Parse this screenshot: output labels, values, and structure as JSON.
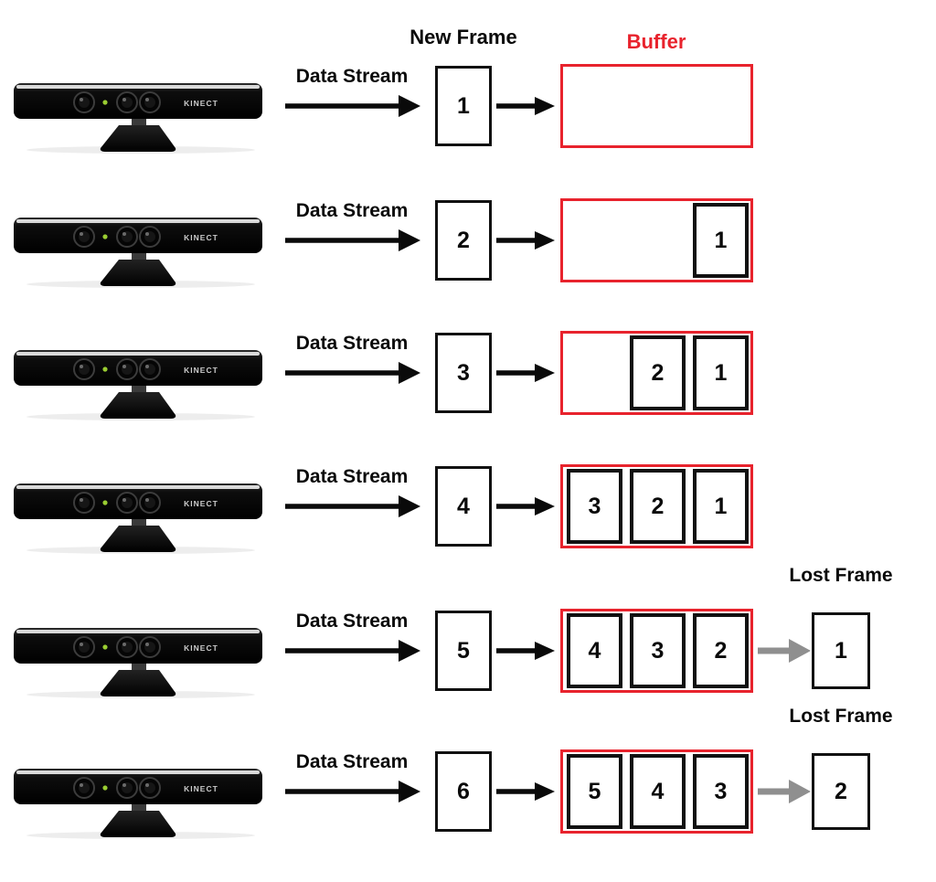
{
  "headers": {
    "new_frame": "New Frame",
    "buffer": "Buffer",
    "lost_frame": "Lost Frame"
  },
  "labels": {
    "data_stream": "Data Stream",
    "kinect_brand": "KINECT"
  },
  "colors": {
    "buffer_red": "#e8232d",
    "frame_border_black": "#111111",
    "lost_arrow_gray": "#8f8f8f",
    "kinect_led_green": "#9acd32"
  },
  "rows": [
    {
      "new_frame": "1",
      "buffer": []
    },
    {
      "new_frame": "2",
      "buffer": [
        "1"
      ]
    },
    {
      "new_frame": "3",
      "buffer": [
        "2",
        "1"
      ]
    },
    {
      "new_frame": "4",
      "buffer": [
        "3",
        "2",
        "1"
      ]
    },
    {
      "new_frame": "5",
      "buffer": [
        "4",
        "3",
        "2"
      ],
      "lost_frame": "1"
    },
    {
      "new_frame": "6",
      "buffer": [
        "5",
        "4",
        "3"
      ],
      "lost_frame": "2"
    }
  ]
}
